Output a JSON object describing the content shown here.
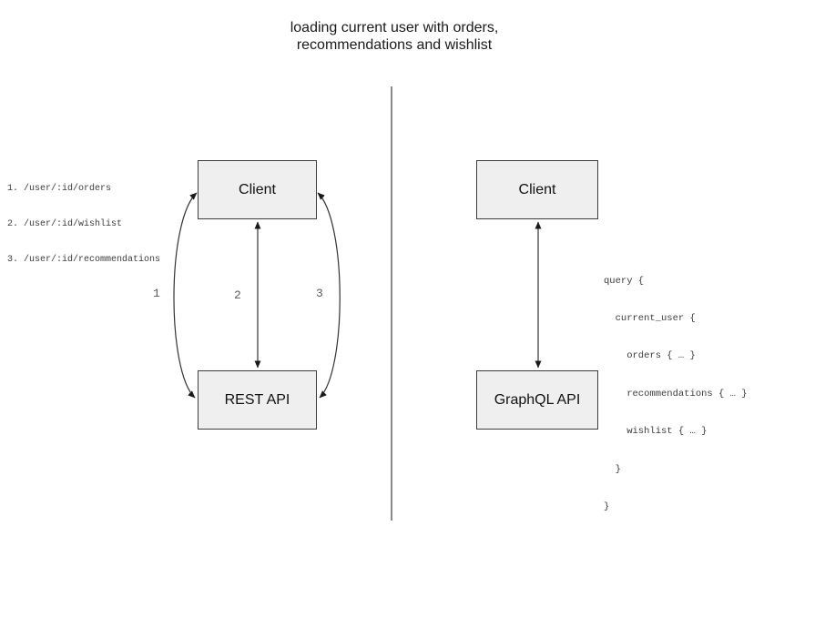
{
  "title": {
    "line1": "loading current user with orders,",
    "line2": "recommendations and wishlist"
  },
  "left_panel": {
    "client_label": "Client",
    "api_label": "REST API",
    "endpoints": [
      "1. /user/:id/orders",
      "2. /user/:id/wishlist",
      "3. /user/:id/recommendations"
    ],
    "arrow_labels": [
      "1",
      "2",
      "3"
    ]
  },
  "right_panel": {
    "client_label": "Client",
    "api_label": "GraphQL API",
    "query_lines": [
      "query {",
      "  current_user {",
      "    orders { … }",
      "    recommendations { … }",
      "    wishlist { … }",
      "  }",
      "}"
    ]
  },
  "colors": {
    "box_fill": "#efefef",
    "box_border": "#3d3d3d",
    "arrow": "#333333",
    "divider": "#6e6e6e",
    "code_text": "#3c3c3c",
    "arrow_label_text": "#5a5a5a"
  }
}
